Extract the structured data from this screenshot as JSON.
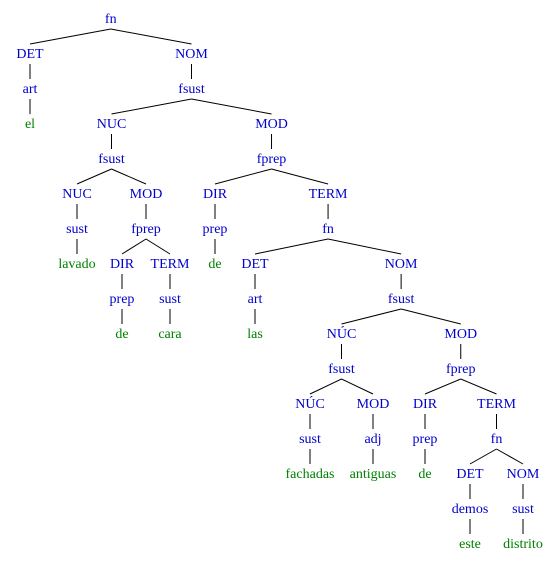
{
  "colors": {
    "category": "#0000cc",
    "word": "#008000",
    "line": "#000000"
  },
  "tree": {
    "label": "fn",
    "children": [
      {
        "label": "DET",
        "children": [
          {
            "label": "art",
            "children": [
              {
                "label": "el",
                "word": true
              }
            ]
          }
        ]
      },
      {
        "label": "NOM",
        "children": [
          {
            "label": "fsust",
            "children": [
              {
                "label": "NUC",
                "children": [
                  {
                    "label": "fsust",
                    "children": [
                      {
                        "label": "NUC",
                        "children": [
                          {
                            "label": "sust",
                            "children": [
                              {
                                "label": "lavado",
                                "word": true
                              }
                            ]
                          }
                        ]
                      },
                      {
                        "label": "MOD",
                        "children": [
                          {
                            "label": "fprep",
                            "children": [
                              {
                                "label": "DIR",
                                "children": [
                                  {
                                    "label": "prep",
                                    "children": [
                                      {
                                        "label": "de",
                                        "word": true
                                      }
                                    ]
                                  }
                                ]
                              },
                              {
                                "label": "TERM",
                                "children": [
                                  {
                                    "label": "sust",
                                    "children": [
                                      {
                                        "label": "cara",
                                        "word": true
                                      }
                                    ]
                                  }
                                ]
                              }
                            ]
                          }
                        ]
                      }
                    ]
                  }
                ]
              },
              {
                "label": "MOD",
                "children": [
                  {
                    "label": "fprep",
                    "children": [
                      {
                        "label": "DIR",
                        "children": [
                          {
                            "label": "prep",
                            "children": [
                              {
                                "label": "de",
                                "word": true
                              }
                            ]
                          }
                        ]
                      },
                      {
                        "label": "TERM",
                        "children": [
                          {
                            "label": "fn",
                            "children": [
                              {
                                "label": "DET",
                                "children": [
                                  {
                                    "label": "art",
                                    "children": [
                                      {
                                        "label": "las",
                                        "word": true
                                      }
                                    ]
                                  }
                                ]
                              },
                              {
                                "label": "NOM",
                                "children": [
                                  {
                                    "label": "fsust",
                                    "children": [
                                      {
                                        "label": "NÚC",
                                        "children": [
                                          {
                                            "label": "fsust",
                                            "children": [
                                              {
                                                "label": "NÚC",
                                                "children": [
                                                  {
                                                    "label": "sust",
                                                    "children": [
                                                      {
                                                        "label": "fachadas",
                                                        "word": true
                                                      }
                                                    ]
                                                  }
                                                ]
                                              },
                                              {
                                                "label": "MOD",
                                                "children": [
                                                  {
                                                    "label": "adj",
                                                    "children": [
                                                      {
                                                        "label": "antiguas",
                                                        "word": true
                                                      }
                                                    ]
                                                  }
                                                ]
                                              }
                                            ]
                                          }
                                        ]
                                      },
                                      {
                                        "label": "MOD",
                                        "children": [
                                          {
                                            "label": "fprep",
                                            "children": [
                                              {
                                                "label": "DIR",
                                                "children": [
                                                  {
                                                    "label": "prep",
                                                    "children": [
                                                      {
                                                        "label": "de",
                                                        "word": true
                                                      }
                                                    ]
                                                  }
                                                ]
                                              },
                                              {
                                                "label": "TERM",
                                                "children": [
                                                  {
                                                    "label": "fn",
                                                    "children": [
                                                      {
                                                        "label": "DET",
                                                        "children": [
                                                          {
                                                            "label": "demos",
                                                            "children": [
                                                              {
                                                                "label": "este",
                                                                "word": true
                                                              }
                                                            ]
                                                          }
                                                        ]
                                                      },
                                                      {
                                                        "label": "NOM",
                                                        "children": [
                                                          {
                                                            "label": "sust",
                                                            "children": [
                                                              {
                                                                "label": "distrito",
                                                                "word": true
                                                              }
                                                            ]
                                                          }
                                                        ]
                                                      }
                                                    ]
                                                  }
                                                ]
                                              }
                                            ]
                                          }
                                        ]
                                      }
                                    ]
                                  }
                                ]
                              }
                            ]
                          }
                        ]
                      }
                    ]
                  }
                ]
              }
            ]
          }
        ]
      }
    ]
  }
}
